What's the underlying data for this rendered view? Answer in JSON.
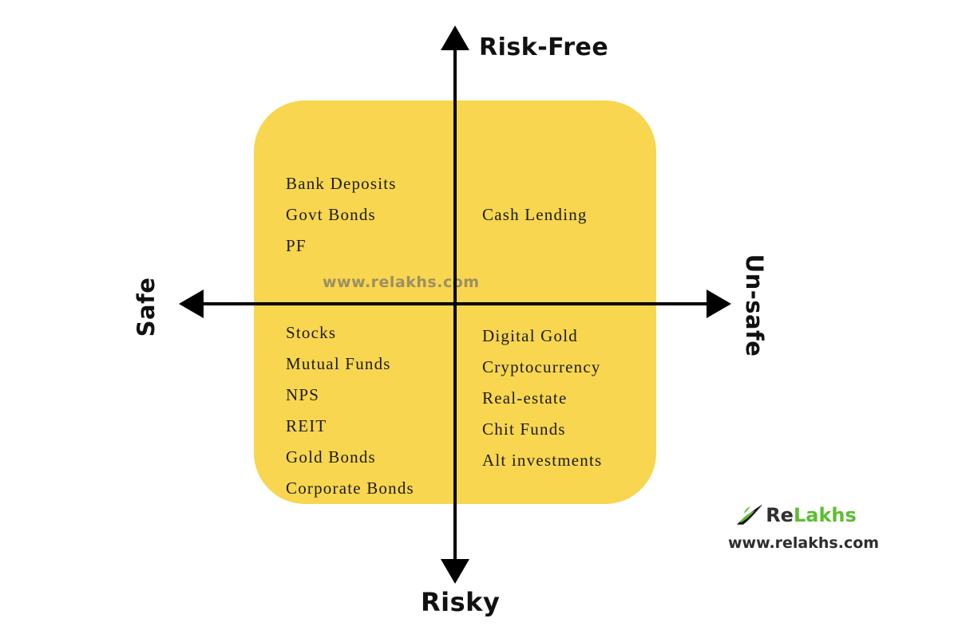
{
  "diagram": {
    "axes": {
      "top": "Risk-Free",
      "bottom": "Risky",
      "left": "Safe",
      "right": "Un-safe"
    },
    "quadrants": {
      "top_left": [
        "Bank Deposits",
        "Govt Bonds",
        "PF"
      ],
      "top_right": [
        "Cash Lending"
      ],
      "bottom_left": [
        "Stocks",
        "Mutual Funds",
        "NPS",
        "REIT",
        "Gold Bonds",
        "Corporate Bonds"
      ],
      "bottom_right": [
        "Digital Gold",
        "Cryptocurrency",
        "Real-estate",
        "Chit Funds",
        "Alt investments"
      ]
    },
    "watermark": "www.relakhs.com"
  },
  "branding": {
    "logo_part1": "Re",
    "logo_part2": "Lakhs",
    "website": "www.relakhs.com"
  },
  "colors": {
    "quadrant_bg": "#F8D64F",
    "axis": "#000000",
    "logo_green": "#5CBE31",
    "logo_dark": "#303030",
    "watermark_gray": "#7D7769"
  }
}
